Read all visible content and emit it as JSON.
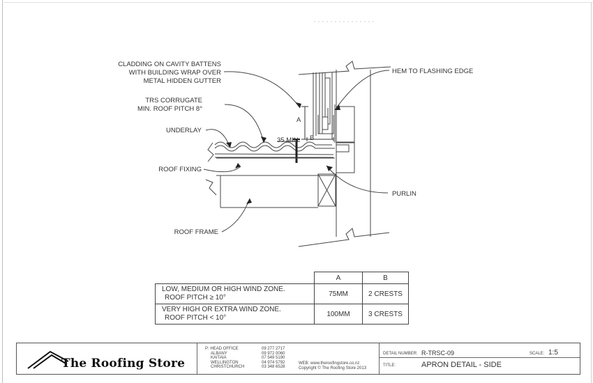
{
  "callouts": {
    "cladding": [
      "CLADDING ON CAVITY BATTENS",
      "WITH BUILDING WRAP OVER",
      "METAL HIDDEN GUTTER"
    ],
    "trs": [
      "TRS CORRUGATE",
      "MIN. ROOF PITCH 8°"
    ],
    "underlay": "UNDERLAY",
    "roof_fixing": "ROOF FIXING",
    "roof_frame": "ROOF FRAME",
    "hem": "HEM TO FLASHING EDGE",
    "purlin": "PURLIN",
    "dim_35": "35 MIN",
    "dim_a": "A",
    "dim_b": "B"
  },
  "table": {
    "headers": [
      "A",
      "B"
    ],
    "rows": [
      {
        "desc_line1": "LOW, MEDIUM OR HIGH WIND ZONE.",
        "desc_line2": "ROOF PITCH ≥ 10°",
        "a": "75MM",
        "b": "2 CRESTS"
      },
      {
        "desc_line1": "VERY HIGH OR EXTRA WIND ZONE.",
        "desc_line2": "ROOF PITCH < 10°",
        "a": "100MM",
        "b": "3 CRESTS"
      }
    ]
  },
  "title_block": {
    "company": "The Roofing Store",
    "offices_label": "P: HEAD OFFICE",
    "offices": [
      "ALBANY",
      "KAITAIA",
      "WELLINGTON",
      "CHRISTCHURCH"
    ],
    "phones": [
      "09 277 2717",
      "09 972 0060",
      "07 549 5190",
      "04 974 5792",
      "03 348 6528"
    ],
    "web": "WEB: www.theroofingstore.co.nz",
    "copyright": "Copyright © The Roofing Store 2013",
    "detail_number_label": "DETAIL NUMBER:",
    "detail_number": "R-TRSC-09",
    "scale_label": "SCALE:",
    "scale": "1:5",
    "title_label": "TITLE:",
    "title": "APRON DETAIL - SIDE"
  }
}
